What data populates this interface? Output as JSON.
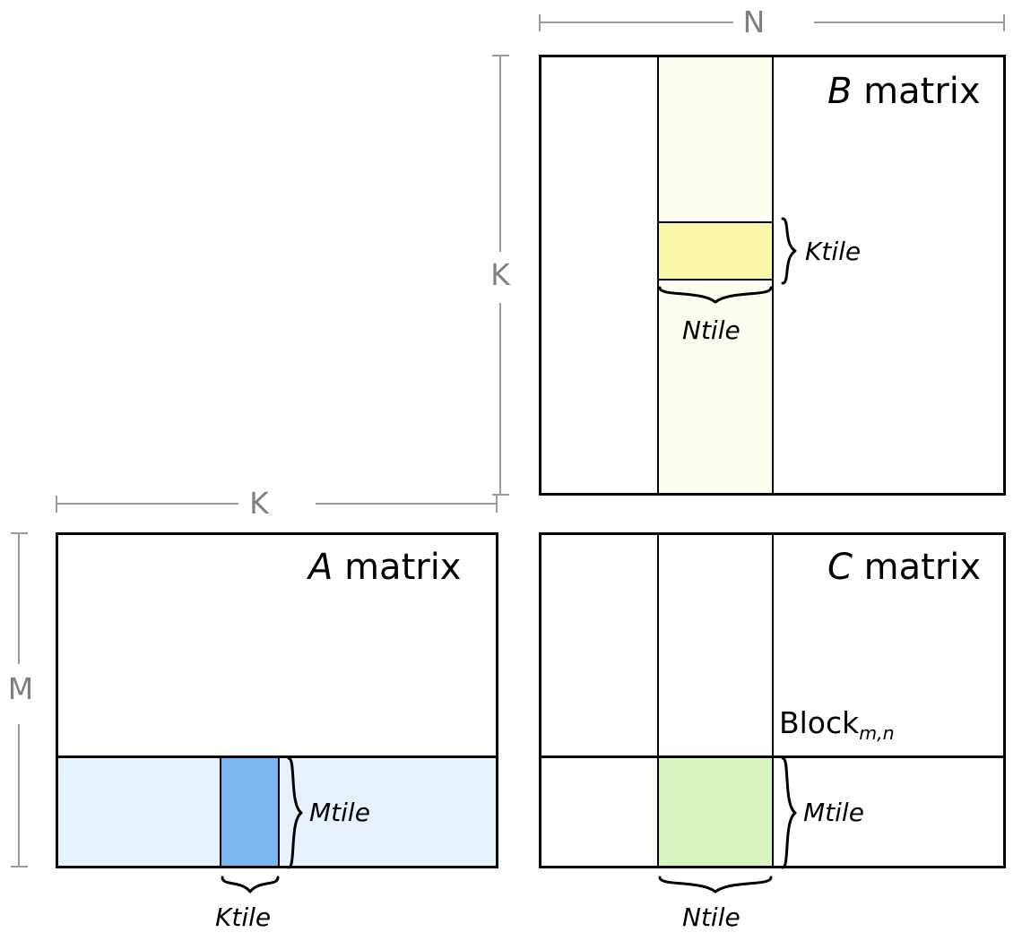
{
  "diagram": {
    "title_a": {
      "letter": "A",
      "word": " matrix"
    },
    "title_b": {
      "letter": "B",
      "word": " matrix"
    },
    "title_c": {
      "letter": "C",
      "word": " matrix"
    },
    "block_label": {
      "base": "Block",
      "subscript": "m,n"
    },
    "dimensions": {
      "n": "N",
      "k_vertical": "K",
      "k_horizontal": "K",
      "m": "M"
    },
    "tile_labels": {
      "b_ktile": "Ktile",
      "b_ntile": "Ntile",
      "a_mtile": "Mtile",
      "a_ktile": "Ktile",
      "c_mtile": "Mtile",
      "c_ntile": "Ntile"
    },
    "colors": {
      "b_column_strip": "#fdfdf0",
      "b_ktile_fill": "#f8f8a8",
      "a_row_strip": "#e8f2fd",
      "a_ktile_fill": "#7cb7f2",
      "c_tile_fill": "#d9f5c0",
      "outline": "#000000",
      "dimension_rule": "#9a9a9a",
      "dimension_text": "#808080"
    }
  }
}
